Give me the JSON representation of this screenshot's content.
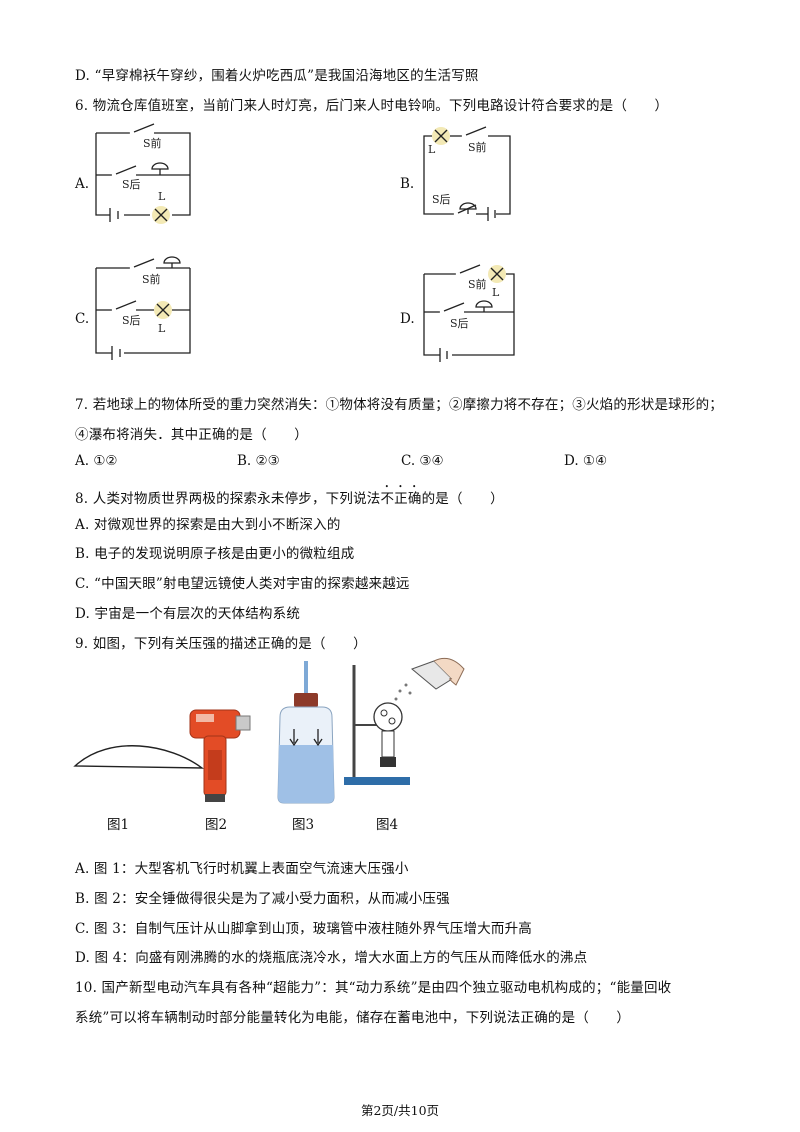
{
  "lines": {
    "q5d": "D. “早穿棉袄午穿纱，围着火炉吃西瓜”是我国沿海地区的生活写照",
    "q6": "6. 物流仓库值班室，当前门来人时灯亮，后门来人时电铃响。下列电路设计符合要求的是（　　）",
    "q7a": "7. 若地球上的物体所受的重力突然消失：①物体将没有质量；②摩擦力将不存在；③火焰的形状是球形的；",
    "q7b": "④瀑布将消失．其中正确的是（　　）",
    "q8_pre": "8. 人类对物质世界两极的探索永未停步，下列说法",
    "q8_emph": "不正确",
    "q8_post": "的是（　　）",
    "q8a": "A. 对微观世界的探索是由大到小不断深入的",
    "q8b": "B. 电子的发现说明原子核是由更小的微粒组成",
    "q8c": "C. “中国天眼”射电望远镜使人类对宇宙的探索越来越远",
    "q8d": "D. 宇宙是一个有层次的天体结构系统",
    "q9": "9. 如图，下列有关压强的描述正确的是（　　）",
    "q9a": "A. 图 1：大型客机飞行时机翼上表面空气流速大压强小",
    "q9b": "B. 图 2：安全锤做得很尖是为了减小受力面积，从而减小压强",
    "q9c": "C. 图 3：自制气压计从山脚拿到山顶，玻璃管中液柱随外界气压增大而升高",
    "q9d": "D. 图 4：向盛有刚沸腾的水的烧瓶底浇冷水，增大水面上方的气压从而降低水的沸点",
    "q10a": "10. 国产新型电动汽车具有各种“超能力”：其“动力系统”是由四个独立驱动电机构成的；“能量回收",
    "q10b": "系统”可以将车辆制动时部分能量转化为电能，储存在蓄电池中，下列说法正确的是（　　）"
  },
  "q7_options": [
    "A. ①②",
    "B. ②③",
    "C. ③④",
    "D. ①④"
  ],
  "q6_options": {
    "a": "A.",
    "b": "B.",
    "c": "C.",
    "d": "D."
  },
  "circuit_labels": {
    "s_front": "S前",
    "s_back": "S后",
    "lamp": "L",
    "s_front_b": "S前",
    "s_back_b": "S后"
  },
  "figure_captions": [
    "图1",
    "图2",
    "图3",
    "图4"
  ],
  "footer": "第2页/共10页"
}
